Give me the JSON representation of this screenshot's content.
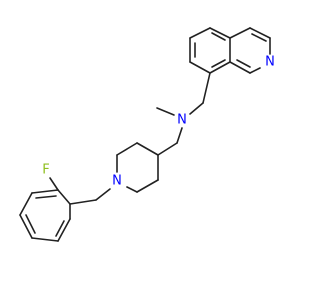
{
  "molecule": {
    "atoms": [
      {
        "id": "N_quinoline",
        "symbol": "N",
        "color": "#0000ff"
      },
      {
        "id": "N_amine",
        "symbol": "N",
        "color": "#0000ff"
      },
      {
        "id": "N_piperidine",
        "symbol": "N",
        "color": "#0000ff"
      },
      {
        "id": "F",
        "symbol": "F",
        "color": "#8fbf1f"
      }
    ],
    "bond_color": "#222222"
  }
}
